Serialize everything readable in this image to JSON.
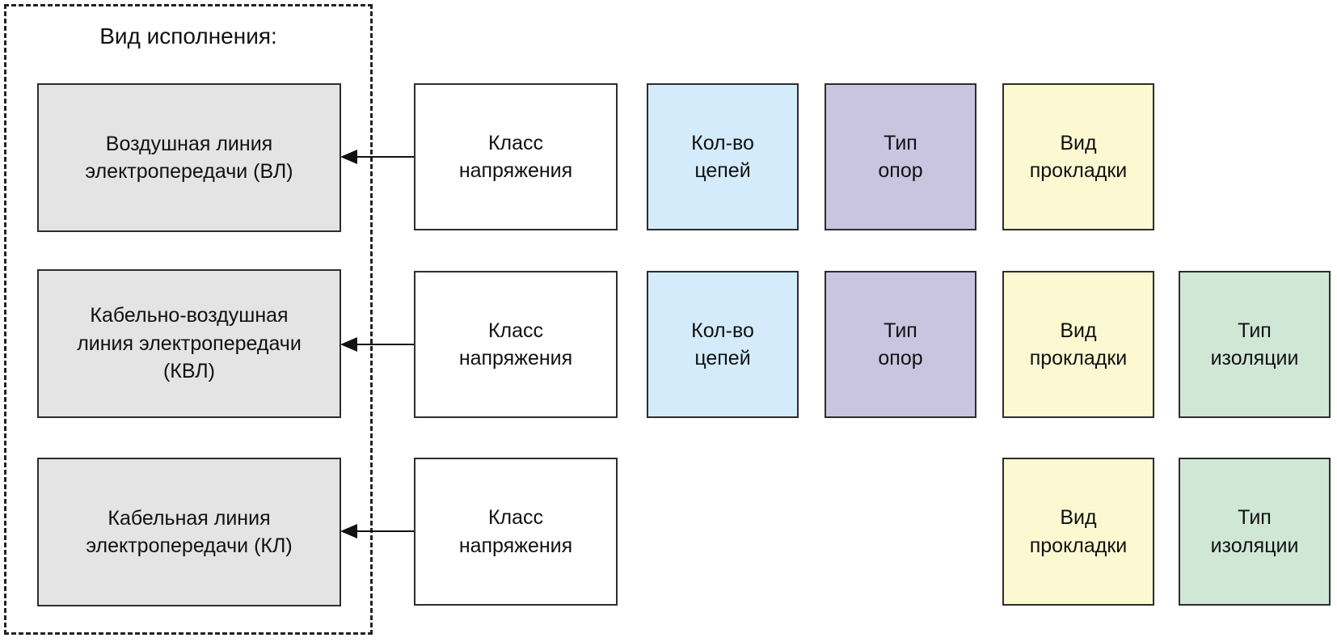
{
  "diagram": {
    "legend": {
      "title": "Вид исполнения:"
    },
    "line_types": [
      {
        "id": "vl",
        "label": "Воздушная линия\nэлектропередачи (ВЛ)"
      },
      {
        "id": "kvl",
        "label": "Кабельно-воздушная\nлиния электропередачи\n(КВЛ)"
      },
      {
        "id": "kl",
        "label": "Кабельная линия\nэлектропередачи (КЛ)"
      }
    ],
    "attribute_labels": {
      "voltage": "Класс\nнапряжения",
      "circuits": "Кол-во\nцепей",
      "supports": "Тип\nопор",
      "laying": "Вид\nпрокладки",
      "insulation": "Тип\nизоляции"
    },
    "matrix": [
      {
        "type": "ВЛ",
        "attributes": [
          "Класс напряжения",
          "Кол-во цепей",
          "Тип опор",
          "Вид прокладки"
        ]
      },
      {
        "type": "КВЛ",
        "attributes": [
          "Класс напряжения",
          "Кол-во цепей",
          "Тип опор",
          "Вид прокладки",
          "Тип изоляции"
        ]
      },
      {
        "type": "КЛ",
        "attributes": [
          "Класс напряжения",
          "Вид прокладки",
          "Тип изоляции"
        ]
      }
    ],
    "colors": {
      "type_box": "#e4e4e4",
      "voltage": "#ffffff",
      "circuits": "#d3ebfa",
      "supports": "#c9c4e0",
      "laying": "#fcf9d2",
      "insulation": "#d0e7d6",
      "border": "#2d2d2d",
      "dashed_border": "#222222",
      "background": "#ffffff"
    }
  }
}
